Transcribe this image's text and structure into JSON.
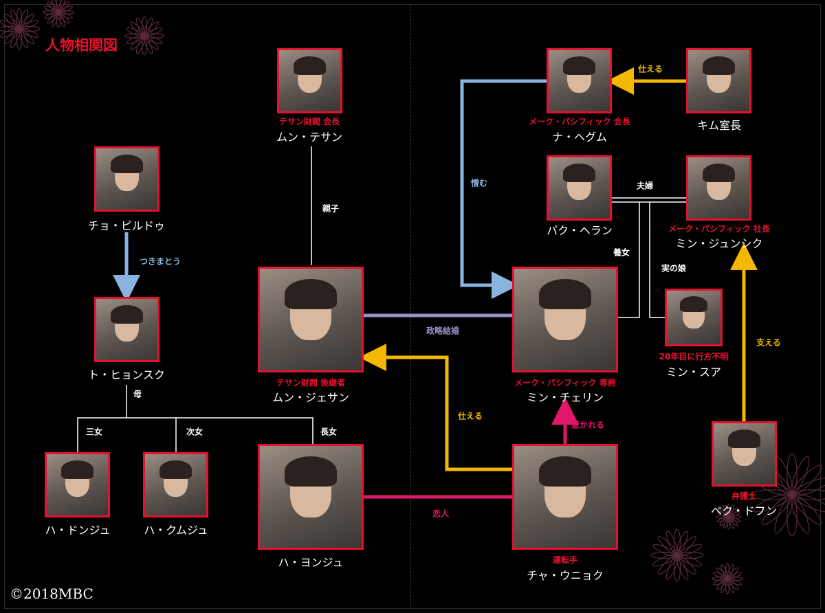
{
  "title": "人物相関図",
  "copyright": "©2018MBC",
  "colors": {
    "accent": "#e8112d",
    "blue": "#8ab4e0",
    "yellow": "#f5b800",
    "purple": "#9b8fc8",
    "pink": "#e0176a",
    "white": "#ffffff"
  },
  "people": [
    {
      "id": "teasan",
      "name": "ムン・テサン",
      "role": "テサン財閥 会長"
    },
    {
      "id": "pilldu",
      "name": "チョ・ピルドゥ",
      "role": ""
    },
    {
      "id": "hyonsuk",
      "name": "ト・ヒョンスク",
      "role": ""
    },
    {
      "id": "jaesan",
      "name": "ムン・ジェサン",
      "role": "テサン財閥 後継者"
    },
    {
      "id": "hegum",
      "name": "ナ・ヘグム",
      "role": "メーク・パシフィック 会長"
    },
    {
      "id": "kim",
      "name": "キム室長",
      "role": ""
    },
    {
      "id": "heran",
      "name": "パク・ヘラン",
      "role": ""
    },
    {
      "id": "junsik",
      "name": "ミン・ジュンシク",
      "role": "メーク・パシフィック 社長"
    },
    {
      "id": "chaerin",
      "name": "ミン・チェリン",
      "role": "メーク・パシフィック 専務"
    },
    {
      "id": "sua",
      "name": "ミン・スア",
      "role": "20年目に行方不明"
    },
    {
      "id": "donju",
      "name": "ハ・ドンジュ",
      "role": ""
    },
    {
      "id": "kumju",
      "name": "ハ・クムジュ",
      "role": ""
    },
    {
      "id": "yonju",
      "name": "ハ・ヨンジュ",
      "role": ""
    },
    {
      "id": "unyok",
      "name": "チャ・ウニョク",
      "role": "運転手"
    },
    {
      "id": "dofun",
      "name": "ペク・ドフン",
      "role": "弁護士"
    }
  ],
  "relations": [
    {
      "id": "oyako",
      "label": "親子",
      "color": "white"
    },
    {
      "id": "stalk",
      "label": "つきまとう",
      "color": "blue"
    },
    {
      "id": "haha",
      "label": "母",
      "color": "white"
    },
    {
      "id": "sanjo",
      "label": "三女",
      "color": "white"
    },
    {
      "id": "jijo",
      "label": "次女",
      "color": "white"
    },
    {
      "id": "chojo",
      "label": "長女",
      "color": "white"
    },
    {
      "id": "seiryaku",
      "label": "政略結婚",
      "color": "purple"
    },
    {
      "id": "koibito",
      "label": "恋人",
      "color": "pink"
    },
    {
      "id": "tsukaeru1",
      "label": "仕える",
      "color": "yellow"
    },
    {
      "id": "hikareru",
      "label": "惹かれる",
      "color": "pink"
    },
    {
      "id": "nikumu",
      "label": "憎む",
      "color": "blue"
    },
    {
      "id": "tsukaeru2",
      "label": "仕える",
      "color": "yellow"
    },
    {
      "id": "fufu",
      "label": "夫婦",
      "color": "white"
    },
    {
      "id": "yojo",
      "label": "養女",
      "color": "white"
    },
    {
      "id": "jitsu",
      "label": "実の娘",
      "color": "white"
    },
    {
      "id": "sasaeru",
      "label": "支える",
      "color": "yellow"
    }
  ]
}
